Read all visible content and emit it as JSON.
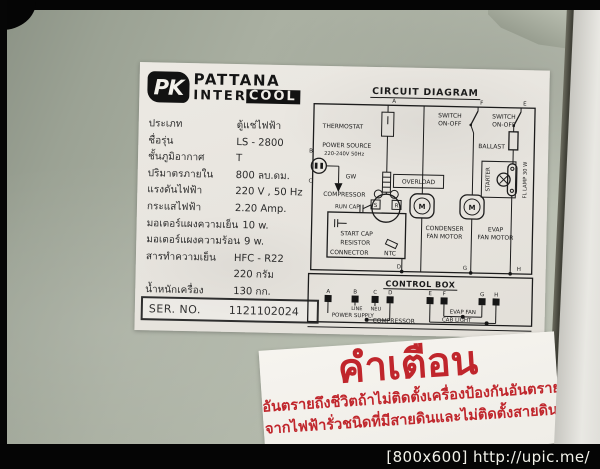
{
  "colors": {
    "accent_red": "#c0262c",
    "wall": "#adb3a5",
    "label_bg": "#eae7e1",
    "ink": "#1c1c1c"
  },
  "watermark": "[800x600] http://upic.me/",
  "label": {
    "brand": {
      "mark": "PK",
      "name": "PATTANA",
      "inter": "INTER",
      "cool": "COOL"
    },
    "specs": [
      {
        "label": "ประเภท",
        "value": "ตู้แช่ไฟฟ้า"
      },
      {
        "label": "ชื่อรุ่น",
        "value": "LS - 2800"
      },
      {
        "label": "ชั้นภูมิอากาศ",
        "value": "T"
      },
      {
        "label": "ปริมาตรภายใน",
        "value": "800 ลบ.ดม."
      },
      {
        "label": "แรงดันไฟฟ้า",
        "value": "220 V , 50 Hz"
      },
      {
        "label": "กระแสไฟฟ้า",
        "value": "2.20 Amp."
      },
      {
        "label": "มอเตอร์แผงความเย็น",
        "value": "10 w."
      },
      {
        "label": "มอเตอร์แผงความร้อน",
        "value": "9 w."
      },
      {
        "label": "สารทำความเย็น",
        "value": "HFC - R22"
      },
      {
        "label": "",
        "value": "220 กรัม"
      },
      {
        "label": "น้ำหนักเครื่อง",
        "value": "130 กก."
      }
    ],
    "serial": {
      "label": "SER. NO.",
      "value": "1121102024"
    }
  },
  "diagram": {
    "title": "CIRCUIT DIAGRAM",
    "thermostat": "THERMOSTAT",
    "power_source": "POWER SOURCE",
    "power_rating": "220-240V 50Hz",
    "gw": "GW",
    "overload": "OVERLOAD",
    "compressor": "COMPRESSOR",
    "run_cap": "RUN CAP",
    "start_cap": "START CAP",
    "resistor": "RESISTOR",
    "connector": "CONNECTOR",
    "ntc": "NTC",
    "condenser1": "CONDENSER",
    "condenser2": "FAN MOTOR",
    "evap1": "EVAP",
    "evap2": "FAN MOTOR",
    "switch1": "SWITCH",
    "switch2": "ON-OFF",
    "ballast": "BALLAST",
    "starter": "STARTER",
    "fl_lamp": "FL LAMP 30 W",
    "s": "S",
    "r": "R",
    "nodes": {
      "a": "A",
      "b": "B",
      "c": "C",
      "d": "D",
      "e": "E",
      "f": "F",
      "g": "G",
      "h": "H"
    }
  },
  "control_box": {
    "title": "CONTROL BOX",
    "terminals": [
      "A",
      "B",
      "C",
      "D",
      "E",
      "F",
      "G",
      "H"
    ],
    "line": "LINE",
    "neu": "NEU",
    "power_supply": "POWER SUPPLY",
    "compressor": "COMPRESSOR",
    "evap_fan": "EVAP  FAN",
    "cab_light": "CAB  LIGHT"
  },
  "warning": {
    "title": "คำเตือน",
    "line1": "อันตรายถึงชีวิตถ้าไม่ติดตั้งเครื่องป้องกันอันตราย",
    "line2": "จากไฟฟ้ารั่วชนิดที่มีสายดินและไม่ติดตั้งสายดิน"
  }
}
